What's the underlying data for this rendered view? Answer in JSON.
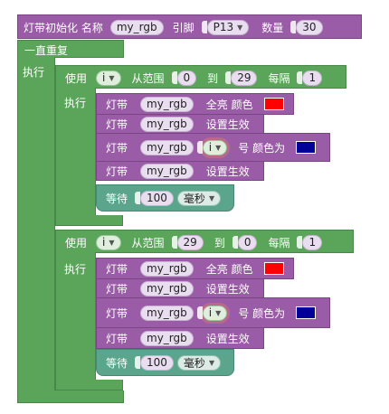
{
  "init": {
    "title": "灯带初始化 名称",
    "name": "my_rgb",
    "pin_label": "引脚",
    "pin_value": "P13",
    "count_label": "数量",
    "count_value": "30"
  },
  "forever": {
    "label": "一直重复"
  },
  "do_label": "执行",
  "loop1": {
    "use_label": "使用",
    "var": "i",
    "from_label": "从范围",
    "from": "0",
    "to_label": "到",
    "to": "29",
    "step_label": "每隔",
    "step": "1",
    "do_label": "执行",
    "fill": {
      "strip_label": "灯带",
      "name": "my_rgb",
      "action": "全亮 颜色",
      "color": "#ff0000"
    },
    "show1": {
      "strip_label": "灯带",
      "name": "my_rgb",
      "action": "设置生效"
    },
    "setpx": {
      "strip_label": "灯带",
      "name": "my_rgb",
      "index": "i",
      "action": "号 颜色为",
      "color": "#000099"
    },
    "show2": {
      "strip_label": "灯带",
      "name": "my_rgb",
      "action": "设置生效"
    },
    "wait": {
      "label": "等待",
      "value": "100",
      "unit": "毫秒"
    }
  },
  "loop2": {
    "use_label": "使用",
    "var": "i",
    "from_label": "从范围",
    "from": "29",
    "to_label": "到",
    "to": "0",
    "step_label": "每隔",
    "step": "1",
    "do_label": "执行",
    "fill": {
      "strip_label": "灯带",
      "name": "my_rgb",
      "action": "全亮 颜色",
      "color": "#ff0000"
    },
    "show1": {
      "strip_label": "灯带",
      "name": "my_rgb",
      "action": "设置生效"
    },
    "setpx": {
      "strip_label": "灯带",
      "name": "my_rgb",
      "index": "i",
      "action": "号 颜色为",
      "color": "#000099"
    },
    "show2": {
      "strip_label": "灯带",
      "name": "my_rgb",
      "action": "设置生效"
    },
    "wait": {
      "label": "等待",
      "value": "100",
      "unit": "毫秒"
    }
  }
}
